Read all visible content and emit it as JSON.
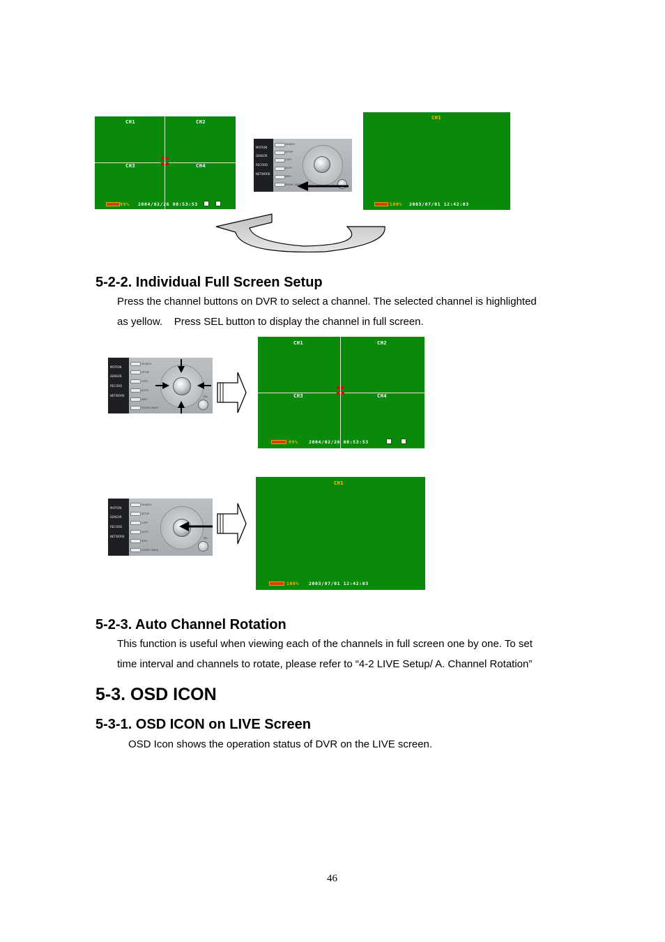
{
  "screens": {
    "quad_labels": [
      "CH1",
      "CH2",
      "CH3",
      "CH4"
    ],
    "full_label": "CH1",
    "quad_status": {
      "percent": "99%",
      "datetime": "2004/02/26   08:53:53"
    },
    "full_status": {
      "percent": "100%",
      "datetime": "2003/07/01   12:42:03"
    },
    "colors": {
      "screen_bg": "#0a8a0a",
      "highlight": "#f2d000",
      "gridline": "#d8ecd8"
    }
  },
  "panel": {
    "menu": [
      "MOTION",
      "SENSOR",
      "RECORD",
      "NETWORK"
    ],
    "buttons": [
      "SEARCH",
      "SETUP",
      "COPY",
      "AUTO",
      "INFO",
      "ZOOM / BACK"
    ],
    "sel_label": "SEL"
  },
  "section_222": {
    "heading": "5-2-2. Individual Full Screen Setup",
    "line1": "Press the channel buttons on DVR to select a channel. The selected channel is highlighted",
    "line2": "as yellow.    Press SEL button to display the channel in full screen."
  },
  "section_223": {
    "heading": "5-2-3. Auto Channel Rotation",
    "line1": "This function is useful when viewing each of the channels in full screen one by one. To set",
    "line2": "time interval and channels to rotate, please refer to “4-2 LIVE Setup/ A. Channel Rotation”"
  },
  "section_53": {
    "heading": "5-3. OSD ICON"
  },
  "section_531": {
    "heading": "5-3-1. OSD ICON on LIVE Screen",
    "line1": "OSD Icon shows the operation status of DVR on the LIVE screen."
  },
  "page_number": "46"
}
